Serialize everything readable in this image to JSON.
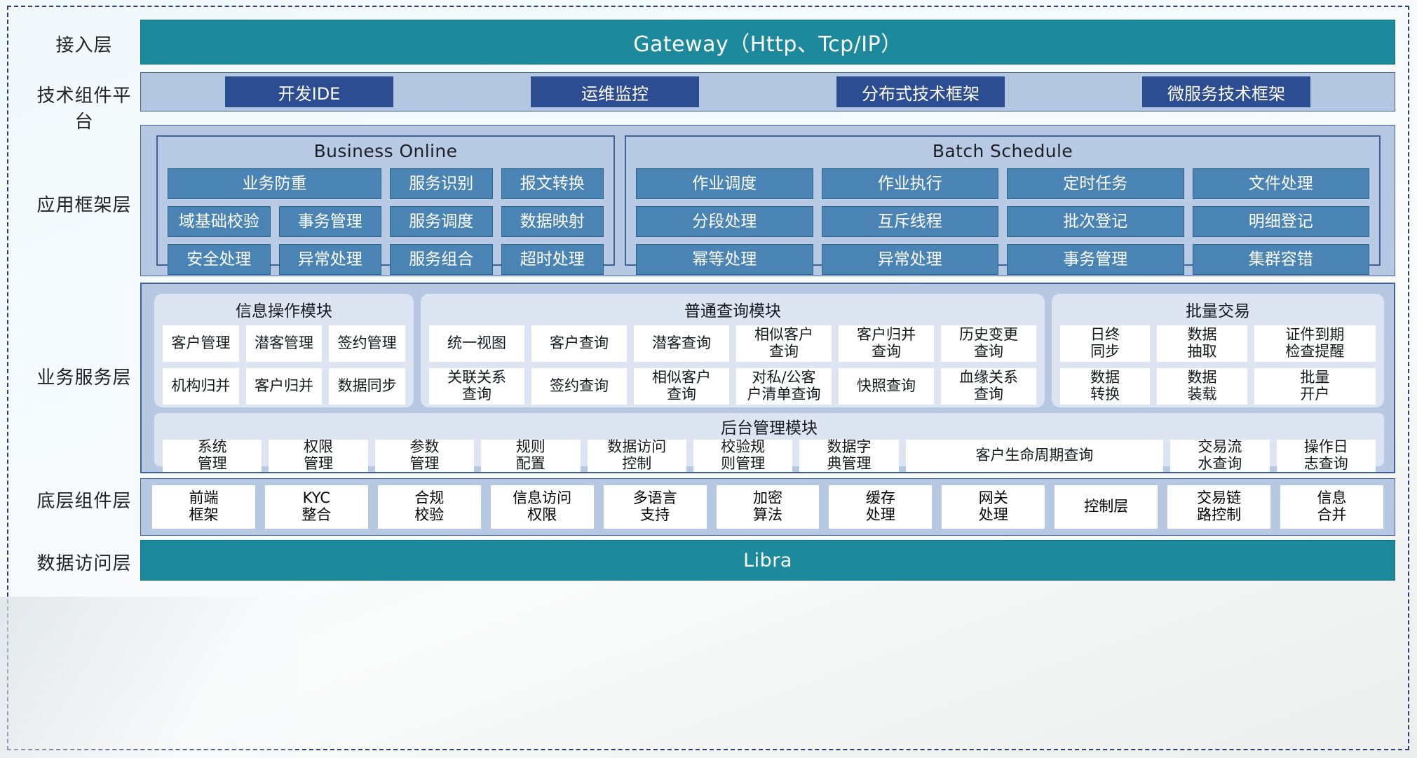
{
  "layers": [
    {
      "label": "接入层"
    },
    {
      "label": "技术组件平台"
    },
    {
      "label": "应用框架层"
    },
    {
      "label": "业务服务层"
    },
    {
      "label": "底层组件层"
    },
    {
      "label": "数据访问层"
    }
  ],
  "gateway": {
    "title": "Gateway（Http、Tcp/IP）"
  },
  "tech_platform": {
    "chips": [
      {
        "label": "开发IDE"
      },
      {
        "label": "运维监控"
      },
      {
        "label": "分布式技术框架"
      },
      {
        "label": "微服务技术框架"
      }
    ]
  },
  "app_framework": {
    "business_online": {
      "title": "Business Online",
      "row1_wide": "业务防重",
      "row1_rest": [
        "服务识别",
        "报文转换"
      ],
      "row2": [
        "域基础校验",
        "事务管理",
        "服务调度",
        "数据映射"
      ],
      "row3": [
        "安全处理",
        "异常处理",
        "服务组合",
        "超时处理"
      ]
    },
    "batch_schedule": {
      "title": "Batch Schedule",
      "row1": [
        "作业调度",
        "作业执行",
        "定时任务",
        "文件处理"
      ],
      "row2": [
        "分段处理",
        "互斥线程",
        "批次登记",
        "明细登记"
      ],
      "row3": [
        "幂等处理",
        "异常处理",
        "事务管理",
        "集群容错"
      ]
    }
  },
  "business_service": {
    "info_ops": {
      "title": "信息操作模块",
      "row1": [
        "客户管理",
        "潜客管理",
        "签约管理"
      ],
      "row2": [
        "机构归并",
        "客户归并",
        "数据同步"
      ]
    },
    "common_query": {
      "title": "普通查询模块",
      "row1": [
        "统一视图",
        "客户查询",
        "潜客查询",
        "相似客户\n查询",
        "客户归并\n查询",
        "历史变更\n查询"
      ],
      "row2": [
        "关联关系\n查询",
        "签约查询",
        "相似客户\n查询",
        "对私/公客\n户清单查询",
        "快照查询",
        "血缘关系\n查询"
      ]
    },
    "batch_trade": {
      "title": "批量交易",
      "row1": [
        "日终\n同步",
        "数据\n抽取",
        "证件到期\n检查提醒"
      ],
      "row2": [
        "数据\n转换",
        "数据\n装载",
        "批量\n开户"
      ]
    },
    "backend_admin": {
      "title": "后台管理模块",
      "items": [
        "系统\n管理",
        "权限\n管理",
        "参数\n管理",
        "规则\n配置",
        "数据访问\n控制",
        "校验规\n则管理",
        "数据字\n典管理",
        "客户生命周期查询",
        "交易流\n水查询",
        "操作日\n志查询"
      ]
    }
  },
  "bottom_components": {
    "items": [
      "前端\n框架",
      "KYC\n整合",
      "合规\n校验",
      "信息访问\n权限",
      "多语言\n支持",
      "加密\n算法",
      "缓存\n处理",
      "网关\n处理",
      "控制层",
      "交易链\n路控制",
      "信息\n合并"
    ]
  },
  "data_access": {
    "title": "Libra"
  },
  "colors": {
    "teal": "#1c8a9c",
    "navy_chip": "#2d4d93",
    "steel_chip": "#4a84b4",
    "panel_blue": "#b9cbe4",
    "card_blue": "#dde5f2",
    "border_blue": "#3d6198"
  }
}
